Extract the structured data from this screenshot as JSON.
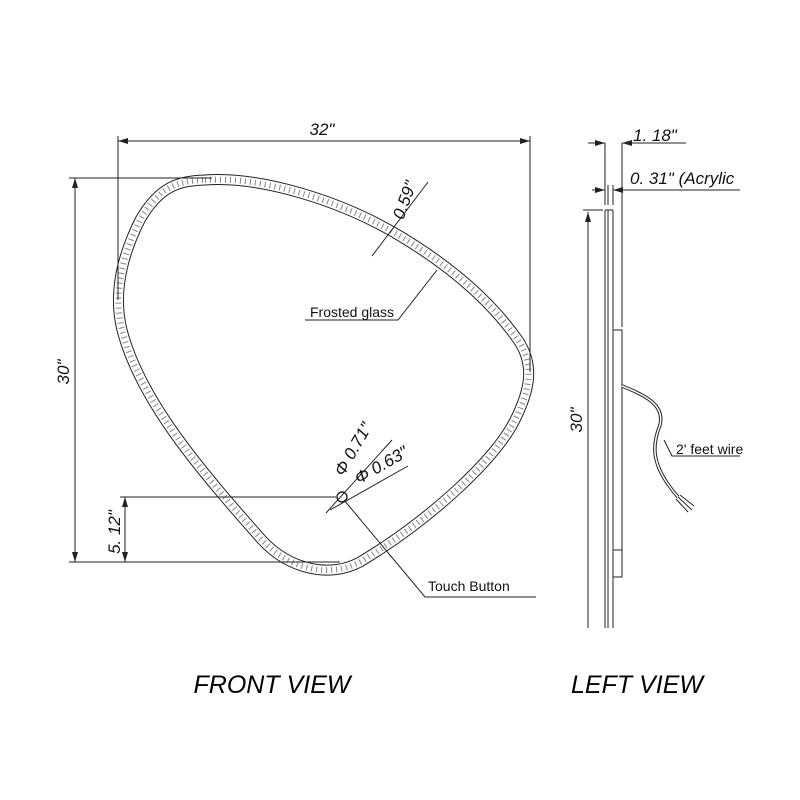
{
  "front_view": {
    "title": "FRONT VIEW",
    "width_dim": "32\"",
    "height_dim": "30\"",
    "border_dim": "0.59\"",
    "button_height_dim": "5. 12\"",
    "button_outer_dim": "Φ 0.71\"",
    "button_inner_dim": "Φ 0.63\"",
    "frosted_label": "Frosted glass",
    "button_label": "Touch Button"
  },
  "left_view": {
    "title": "LEFT VIEW",
    "depth_dim": "1. 18\"",
    "acrylic_dim": "0. 31\" (Acrylic",
    "height_dim": "30\"",
    "wire_label": "2' feet wire"
  },
  "colors": {
    "line": "#222222",
    "frost": "#666666"
  }
}
